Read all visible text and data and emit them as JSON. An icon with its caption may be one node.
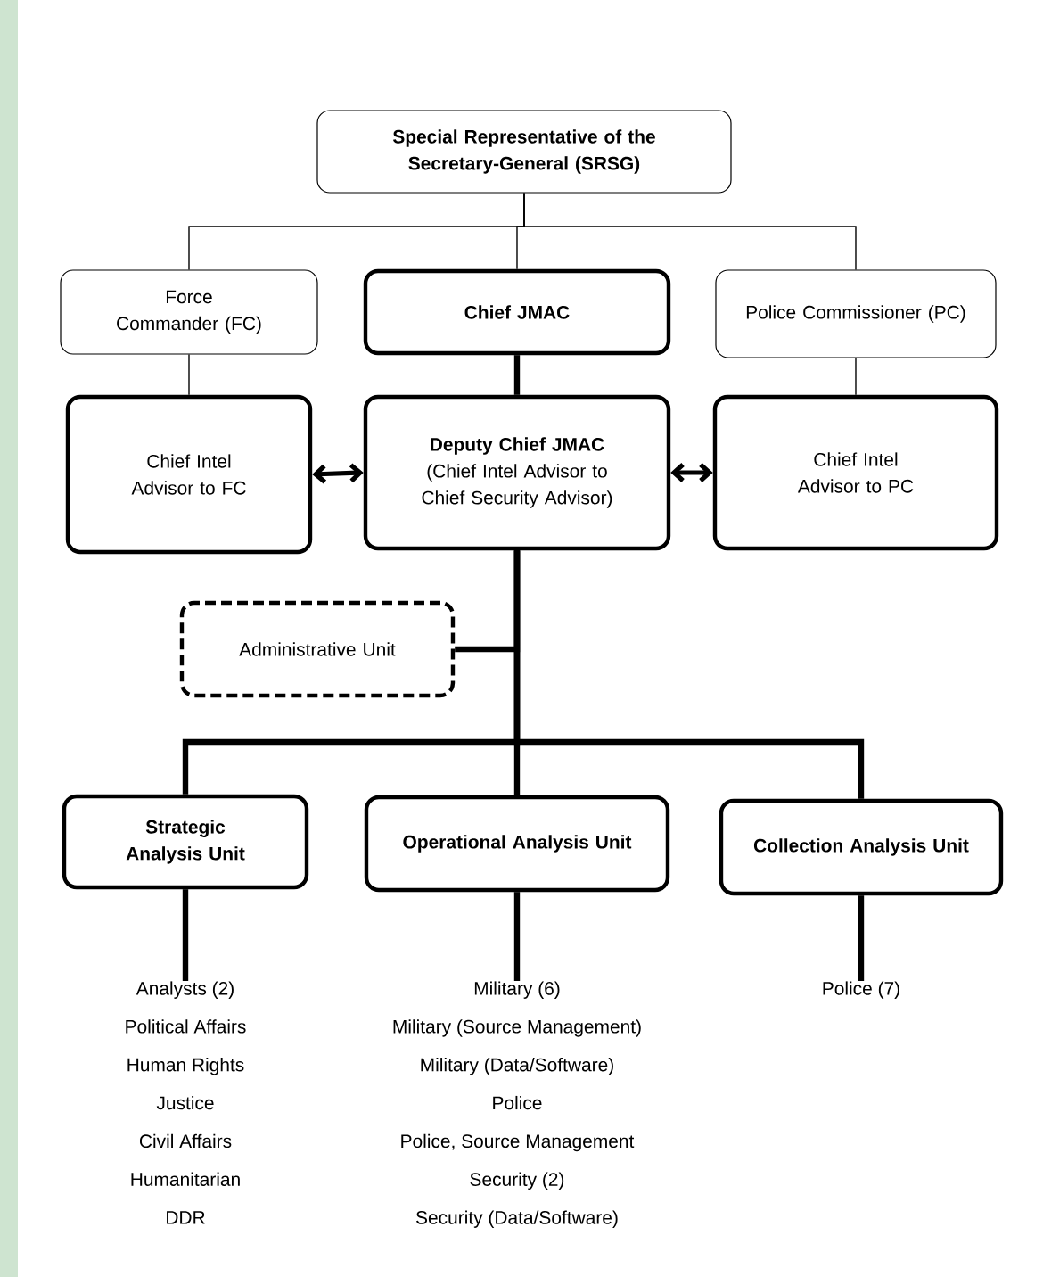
{
  "diagram": {
    "nodes": [
      {
        "text": [
          "Special Representative of the Secretary-General (SRSG)"
        ]
      },
      {
        "text": [
          "Force Commander (FC)"
        ]
      },
      {
        "text": [
          "Chief JMAC"
        ]
      },
      {
        "text": [
          "Police Commissioner (PC)"
        ]
      },
      {
        "text": [
          "Chief Intel Advisor to FC"
        ]
      },
      {
        "text": [
          "Deputy Chief JMAC",
          "(Chief Intel Advisor to Chief Security Advisor)"
        ]
      },
      {
        "text": [
          "Chief Intel Advisor to PC"
        ]
      },
      {
        "text": [
          "Administrative Unit"
        ]
      },
      {
        "text": [
          "Strategic Analysis Unit"
        ]
      },
      {
        "text": [
          "Operational Analysis Unit"
        ]
      },
      {
        "text": [
          "Collection Analysis Unit"
        ]
      },
      {
        "text": [
          "Analysts (2)",
          "Political Affairs",
          "Human Rights",
          "Justice",
          "Civil Affairs",
          "Humanitarian",
          "DDR"
        ]
      },
      {
        "text": [
          "Military (6)",
          "Military (Source Management)",
          "Military (Data/Software)",
          "Police",
          "Police, Source Management",
          "Security (2)",
          "Security (Data/Software)"
        ]
      },
      {
        "text": [
          "Police (7)"
        ]
      }
    ],
    "edges": [
      {
        "from": 0,
        "to": 1,
        "arrow": "none"
      },
      {
        "from": 0,
        "to": 2,
        "arrow": "none"
      },
      {
        "from": 0,
        "to": 3,
        "arrow": "none"
      },
      {
        "from": 1,
        "to": 4,
        "arrow": "none"
      },
      {
        "from": 2,
        "to": 5,
        "arrow": "none"
      },
      {
        "from": 3,
        "to": 6,
        "arrow": "none"
      },
      {
        "from": 4,
        "to": 5,
        "arrow": "both"
      },
      {
        "from": 5,
        "to": 6,
        "arrow": "both"
      },
      {
        "from": 5,
        "to": 7,
        "arrow": "none"
      },
      {
        "from": 5,
        "to": 8,
        "arrow": "none"
      },
      {
        "from": 5,
        "to": 9,
        "arrow": "none"
      },
      {
        "from": 5,
        "to": 10,
        "arrow": "none"
      },
      {
        "from": 8,
        "to": 11,
        "arrow": "none"
      },
      {
        "from": 9,
        "to": 12,
        "arrow": "none"
      },
      {
        "from": 10,
        "to": 13,
        "arrow": "none"
      }
    ]
  }
}
